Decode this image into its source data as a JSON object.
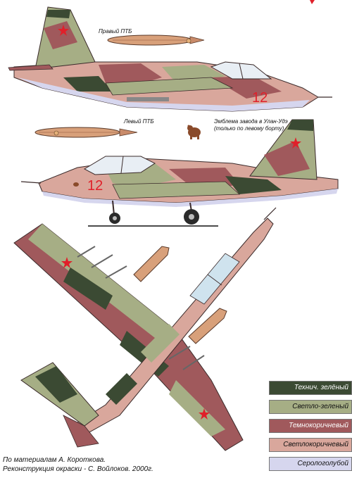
{
  "labels": {
    "right_tank": "Правый ПТБ",
    "left_tank": "Левый ПТБ",
    "emblem_line1": "Эмблема завода в Улан-Удэ",
    "emblem_line2": "(только по левому борту)"
  },
  "aircraft": {
    "side_number": "12"
  },
  "legend": [
    {
      "label": "Технич. зелёный",
      "color": "#3b4a33",
      "text_color": "#ffffff"
    },
    {
      "label": "Светло-зеленый",
      "color": "#a6ae85",
      "text_color": "#111111"
    },
    {
      "label": "Темнокоричневый",
      "color": "#a0595c",
      "text_color": "#ffffff"
    },
    {
      "label": "Светлокоричневый",
      "color": "#d9a79c",
      "text_color": "#111111"
    },
    {
      "label": "Серологолубой",
      "color": "#d6d6ee",
      "text_color": "#111111"
    }
  ],
  "credits": {
    "line1": "По материалам А. Короткова.",
    "line2": "Реконструкция окраски - С. Войлоков. 2000г."
  },
  "colors": {
    "tech_green": "#3b4a33",
    "light_green": "#a6ae85",
    "dark_brown": "#a0595c",
    "light_brown": "#d9a79c",
    "grey_blue": "#d6d6ee",
    "star_red": "#e0202a",
    "tank_orange": "#d8a07a"
  }
}
